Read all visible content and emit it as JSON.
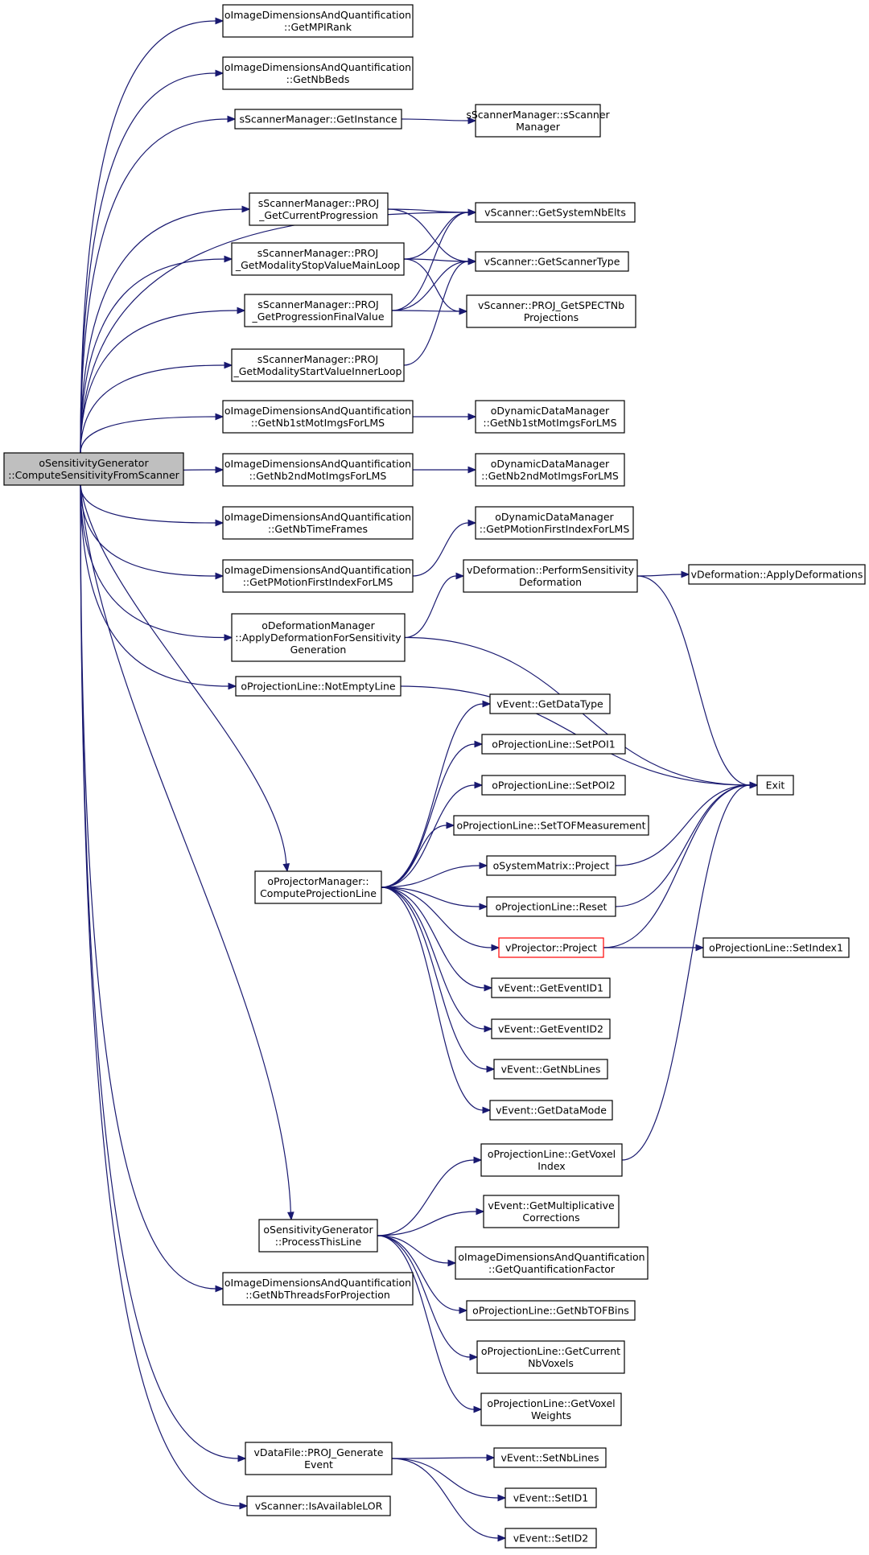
{
  "graph": {
    "nodes": [
      {
        "id": "root",
        "label": [
          "oSensitivityGenerator",
          "::ComputeSensitivityFromScanner"
        ],
        "root": true
      },
      {
        "id": "getMPIRank",
        "label": [
          "oImageDimensionsAndQuantification",
          "::GetMPIRank"
        ]
      },
      {
        "id": "getNbBeds",
        "label": [
          "oImageDimensionsAndQuantification",
          "::GetNbBeds"
        ]
      },
      {
        "id": "getInstance",
        "label": [
          "sScannerManager::GetInstance"
        ]
      },
      {
        "id": "sScannerManagerCtor",
        "label": [
          "sScannerManager::sScanner",
          "Manager"
        ]
      },
      {
        "id": "projGetCurrentProgression",
        "label": [
          "sScannerManager::PROJ",
          "_GetCurrentProgression"
        ]
      },
      {
        "id": "getSystemNbElts",
        "label": [
          "vScanner::GetSystemNbElts"
        ]
      },
      {
        "id": "projGetModalityStopValueMainLoop",
        "label": [
          "sScannerManager::PROJ",
          "_GetModalityStopValueMainLoop"
        ]
      },
      {
        "id": "getScannerType",
        "label": [
          "vScanner::GetScannerType"
        ]
      },
      {
        "id": "projGetProgressionFinalValue",
        "label": [
          "sScannerManager::PROJ",
          "_GetProgressionFinalValue"
        ]
      },
      {
        "id": "projGetSPECTNbProjections",
        "label": [
          "vScanner::PROJ_GetSPECTNb",
          "Projections"
        ]
      },
      {
        "id": "projGetModalityStartValueInnerLoop",
        "label": [
          "sScannerManager::PROJ",
          "_GetModalityStartValueInnerLoop"
        ]
      },
      {
        "id": "getNb1stMotImgsForLMS",
        "label": [
          "oImageDimensionsAndQuantification",
          "::GetNb1stMotImgsForLMS"
        ]
      },
      {
        "id": "dynGetNb1stMotImgsForLMS",
        "label": [
          "oDynamicDataManager",
          "::GetNb1stMotImgsForLMS"
        ]
      },
      {
        "id": "getNb2ndMotImgsForLMS",
        "label": [
          "oImageDimensionsAndQuantification",
          "::GetNb2ndMotImgsForLMS"
        ]
      },
      {
        "id": "dynGetNb2ndMotImgsForLMS",
        "label": [
          "oDynamicDataManager",
          "::GetNb2ndMotImgsForLMS"
        ]
      },
      {
        "id": "getNbTimeFrames",
        "label": [
          "oImageDimensionsAndQuantification",
          "::GetNbTimeFrames"
        ]
      },
      {
        "id": "dynGetPMotionFirstIndexForLMS",
        "label": [
          "oDynamicDataManager",
          "::GetPMotionFirstIndexForLMS"
        ]
      },
      {
        "id": "getPMotionFirstIndexForLMS",
        "label": [
          "oImageDimensionsAndQuantification",
          "::GetPMotionFirstIndexForLMS"
        ]
      },
      {
        "id": "performSensitivityDeformation",
        "label": [
          "vDeformation::PerformSensitivity",
          "Deformation"
        ]
      },
      {
        "id": "applyDeformations",
        "label": [
          "vDeformation::ApplyDeformations"
        ]
      },
      {
        "id": "applyDeformationForSensitivityGeneration",
        "label": [
          "oDeformationManager",
          "::ApplyDeformationForSensitivity",
          "Generation"
        ]
      },
      {
        "id": "notEmptyLine",
        "label": [
          "oProjectionLine::NotEmptyLine"
        ]
      },
      {
        "id": "getDataType",
        "label": [
          "vEvent::GetDataType"
        ]
      },
      {
        "id": "setPOI1",
        "label": [
          "oProjectionLine::SetPOI1"
        ]
      },
      {
        "id": "setPOI2",
        "label": [
          "oProjectionLine::SetPOI2"
        ]
      },
      {
        "id": "exit",
        "label": [
          "Exit"
        ]
      },
      {
        "id": "setTOFMeasurement",
        "label": [
          "oProjectionLine::SetTOFMeasurement"
        ]
      },
      {
        "id": "computeProjectionLine",
        "label": [
          "oProjectorManager::",
          "ComputeProjectionLine"
        ]
      },
      {
        "id": "systemMatrixProject",
        "label": [
          "oSystemMatrix::Project"
        ]
      },
      {
        "id": "projectionLineReset",
        "label": [
          "oProjectionLine::Reset"
        ]
      },
      {
        "id": "vProjectorProject",
        "label": [
          "vProjector::Project"
        ],
        "highlight": true
      },
      {
        "id": "setIndex1",
        "label": [
          "oProjectionLine::SetIndex1"
        ]
      },
      {
        "id": "getEventID1",
        "label": [
          "vEvent::GetEventID1"
        ]
      },
      {
        "id": "getEventID2",
        "label": [
          "vEvent::GetEventID2"
        ]
      },
      {
        "id": "getNbLines",
        "label": [
          "vEvent::GetNbLines"
        ]
      },
      {
        "id": "getDataMode",
        "label": [
          "vEvent::GetDataMode"
        ]
      },
      {
        "id": "getVoxelIndex",
        "label": [
          "oProjectionLine::GetVoxel",
          "Index"
        ]
      },
      {
        "id": "getMultiplicativeCorrections",
        "label": [
          "vEvent::GetMultiplicative",
          "Corrections"
        ]
      },
      {
        "id": "processThisLine",
        "label": [
          "oSensitivityGenerator",
          "::ProcessThisLine"
        ]
      },
      {
        "id": "getQuantificationFactor",
        "label": [
          "oImageDimensionsAndQuantification",
          "::GetQuantificationFactor"
        ]
      },
      {
        "id": "getNbThreadsForProjection",
        "label": [
          "oImageDimensionsAndQuantification",
          "::GetNbThreadsForProjection"
        ]
      },
      {
        "id": "getNbTOFBins",
        "label": [
          "oProjectionLine::GetNbTOFBins"
        ]
      },
      {
        "id": "getCurrentNbVoxels",
        "label": [
          "oProjectionLine::GetCurrent",
          "NbVoxels"
        ]
      },
      {
        "id": "getVoxelWeights",
        "label": [
          "oProjectionLine::GetVoxel",
          "Weights"
        ]
      },
      {
        "id": "projGenerateEvent",
        "label": [
          "vDataFile::PROJ_Generate",
          "Event"
        ]
      },
      {
        "id": "setNbLines",
        "label": [
          "vEvent::SetNbLines"
        ]
      },
      {
        "id": "setID1",
        "label": [
          "vEvent::SetID1"
        ]
      },
      {
        "id": "isAvailableLOR",
        "label": [
          "vScanner::IsAvailableLOR"
        ]
      },
      {
        "id": "setID2",
        "label": [
          "vEvent::SetID2"
        ]
      }
    ],
    "edges": [
      [
        "root",
        "getMPIRank"
      ],
      [
        "root",
        "getNbBeds"
      ],
      [
        "root",
        "getInstance"
      ],
      [
        "root",
        "getSystemNbElts"
      ],
      [
        "root",
        "projGetCurrentProgression"
      ],
      [
        "root",
        "projGetModalityStopValueMainLoop"
      ],
      [
        "root",
        "projGetProgressionFinalValue"
      ],
      [
        "root",
        "projGetModalityStartValueInnerLoop"
      ],
      [
        "root",
        "getNb1stMotImgsForLMS"
      ],
      [
        "root",
        "getNb2ndMotImgsForLMS"
      ],
      [
        "root",
        "getNbTimeFrames"
      ],
      [
        "root",
        "getPMotionFirstIndexForLMS"
      ],
      [
        "root",
        "applyDeformationForSensitivityGeneration"
      ],
      [
        "root",
        "notEmptyLine"
      ],
      [
        "root",
        "computeProjectionLine"
      ],
      [
        "root",
        "processThisLine"
      ],
      [
        "root",
        "getNbThreadsForProjection"
      ],
      [
        "root",
        "projGenerateEvent"
      ],
      [
        "root",
        "isAvailableLOR"
      ],
      [
        "getInstance",
        "sScannerManagerCtor"
      ],
      [
        "projGetCurrentProgression",
        "getSystemNbElts"
      ],
      [
        "projGetCurrentProgression",
        "getScannerType"
      ],
      [
        "projGetModalityStopValueMainLoop",
        "getSystemNbElts"
      ],
      [
        "projGetModalityStopValueMainLoop",
        "getScannerType"
      ],
      [
        "projGetModalityStopValueMainLoop",
        "projGetSPECTNbProjections"
      ],
      [
        "projGetProgressionFinalValue",
        "getSystemNbElts"
      ],
      [
        "projGetProgressionFinalValue",
        "getScannerType"
      ],
      [
        "projGetProgressionFinalValue",
        "projGetSPECTNbProjections"
      ],
      [
        "projGetModalityStartValueInnerLoop",
        "getScannerType"
      ],
      [
        "getNb1stMotImgsForLMS",
        "dynGetNb1stMotImgsForLMS"
      ],
      [
        "getNb2ndMotImgsForLMS",
        "dynGetNb2ndMotImgsForLMS"
      ],
      [
        "getPMotionFirstIndexForLMS",
        "dynGetPMotionFirstIndexForLMS"
      ],
      [
        "applyDeformationForSensitivityGeneration",
        "performSensitivityDeformation"
      ],
      [
        "applyDeformationForSensitivityGeneration",
        "exit"
      ],
      [
        "performSensitivityDeformation",
        "applyDeformations"
      ],
      [
        "performSensitivityDeformation",
        "exit"
      ],
      [
        "notEmptyLine",
        "exit"
      ],
      [
        "computeProjectionLine",
        "getDataType"
      ],
      [
        "computeProjectionLine",
        "setPOI1"
      ],
      [
        "computeProjectionLine",
        "setPOI2"
      ],
      [
        "computeProjectionLine",
        "setTOFMeasurement"
      ],
      [
        "computeProjectionLine",
        "systemMatrixProject"
      ],
      [
        "computeProjectionLine",
        "projectionLineReset"
      ],
      [
        "computeProjectionLine",
        "vProjectorProject"
      ],
      [
        "computeProjectionLine",
        "getEventID1"
      ],
      [
        "computeProjectionLine",
        "getEventID2"
      ],
      [
        "computeProjectionLine",
        "getNbLines"
      ],
      [
        "computeProjectionLine",
        "getDataMode"
      ],
      [
        "systemMatrixProject",
        "exit"
      ],
      [
        "projectionLineReset",
        "exit"
      ],
      [
        "vProjectorProject",
        "exit"
      ],
      [
        "vProjectorProject",
        "setIndex1"
      ],
      [
        "getVoxelIndex",
        "exit"
      ],
      [
        "processThisLine",
        "getVoxelIndex"
      ],
      [
        "processThisLine",
        "getMultiplicativeCorrections"
      ],
      [
        "processThisLine",
        "getQuantificationFactor"
      ],
      [
        "processThisLine",
        "getNbTOFBins"
      ],
      [
        "processThisLine",
        "getCurrentNbVoxels"
      ],
      [
        "processThisLine",
        "getVoxelWeights"
      ],
      [
        "projGenerateEvent",
        "setNbLines"
      ],
      [
        "projGenerateEvent",
        "setID1"
      ],
      [
        "projGenerateEvent",
        "setID2"
      ]
    ]
  }
}
